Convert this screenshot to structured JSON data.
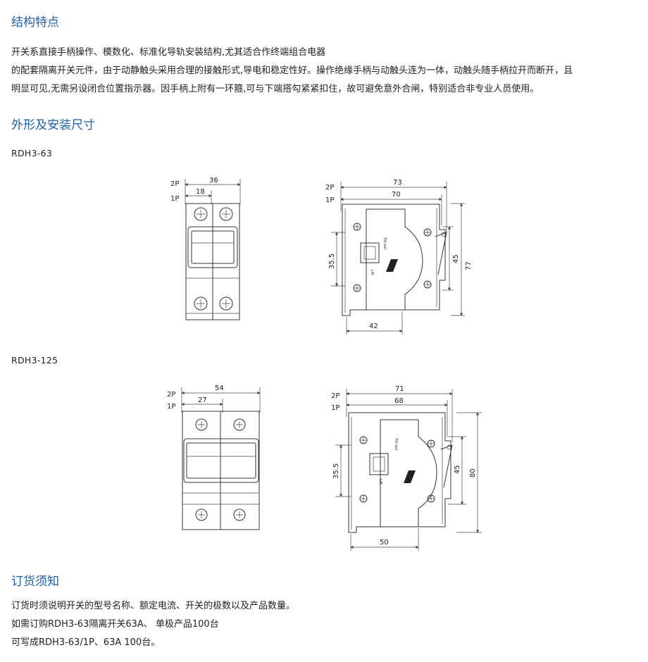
{
  "sections": {
    "structure": {
      "title": "结构特点",
      "lines": [
        "开关系直接手柄操作、模数化、标准化导轨安装结构,尤其适合作终端组合电器",
        "的配套隔离开关元件，由于动静触头采用合理的接触形式,导电和稳定性好。操作绝缘手柄与动触头连为一体，动触头随手柄拉开而断开，且",
        "明显可见,无需另设闭合位置指示器。因手柄上附有一环箍,可与下端搭勾紧紧扣住，故可避免意外合闸，特别适合非专业人员使用。"
      ]
    },
    "dimensions": {
      "title": "外形及安装尺寸",
      "models": [
        {
          "name": "RDH3-63",
          "front": {
            "pole2": "2P",
            "pole1": "1P",
            "width2p": "36",
            "width1p": "18"
          },
          "side": {
            "pole2": "2P",
            "pole1": "1P",
            "w2": "73",
            "w1": "70",
            "h1": "35.5",
            "h2": "45",
            "h3": "77",
            "base": "42"
          }
        },
        {
          "name": "RDH3-125",
          "front": {
            "pole2": "2P",
            "pole1": "1P",
            "width2p": "54",
            "width1p": "27"
          },
          "side": {
            "pole2": "2P",
            "pole1": "1P",
            "w2": "71",
            "w1": "68",
            "h1": "35.5",
            "h2": "45",
            "h3": "80",
            "base": "50"
          }
        }
      ]
    },
    "ordering": {
      "title": "订货须知",
      "lines": [
        "订货时须说明开关的型号名称、额定电流、开关的极数以及产品数量。",
        "如需订购RDH3-63隔离开关63A、 单极产品100台",
        "可写成RDH3-63/1P、63A 100台。"
      ]
    }
  }
}
